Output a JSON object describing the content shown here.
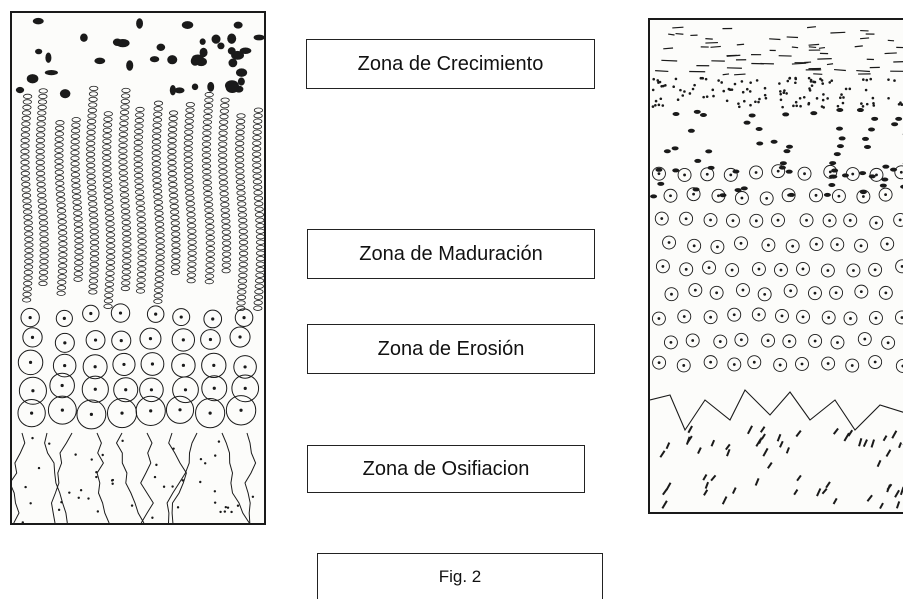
{
  "labels": {
    "growth_zone": "Zona de Crecimiento",
    "maturation_zone": "Zona de Maduración",
    "erosion_zone": "Zona de Erosión",
    "ossification_zone": "Zona de Osifiacion"
  },
  "caption": "Fig. 2",
  "colors": {
    "ink": "#1a1a1a",
    "paper": "#fcfcfa",
    "box_border": "#222222"
  }
}
